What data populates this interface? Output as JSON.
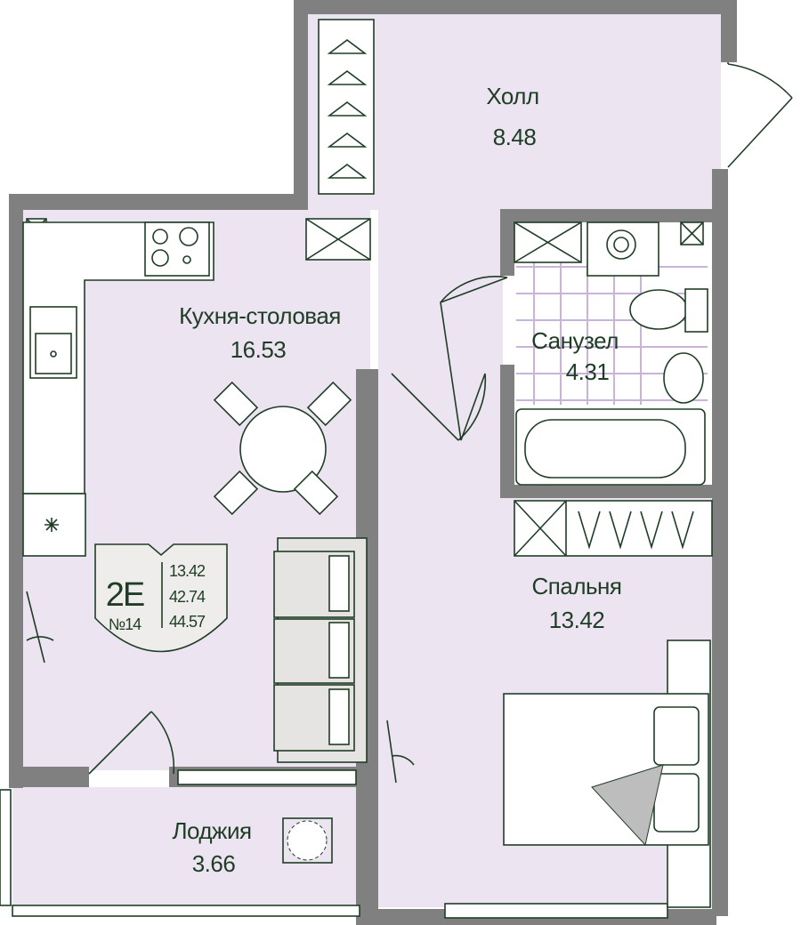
{
  "plan": {
    "rooms": [
      {
        "name": "Холл",
        "area": "8.48"
      },
      {
        "name": "Кухня-столовая",
        "area": "16.53"
      },
      {
        "name": "Санузел",
        "area": "4.31"
      },
      {
        "name": "Спальня",
        "area": "13.42"
      },
      {
        "name": "Лоджия",
        "area": "3.66"
      }
    ],
    "badge": {
      "type": "2E",
      "number": "№14",
      "living_area": "13.42",
      "total_area": "42.74",
      "total_with_loggia": "44.57"
    }
  },
  "colors": {
    "wall": "#808080",
    "room": "#ece4f1",
    "line": "#1f3d25",
    "badge": "#eeedeb"
  }
}
